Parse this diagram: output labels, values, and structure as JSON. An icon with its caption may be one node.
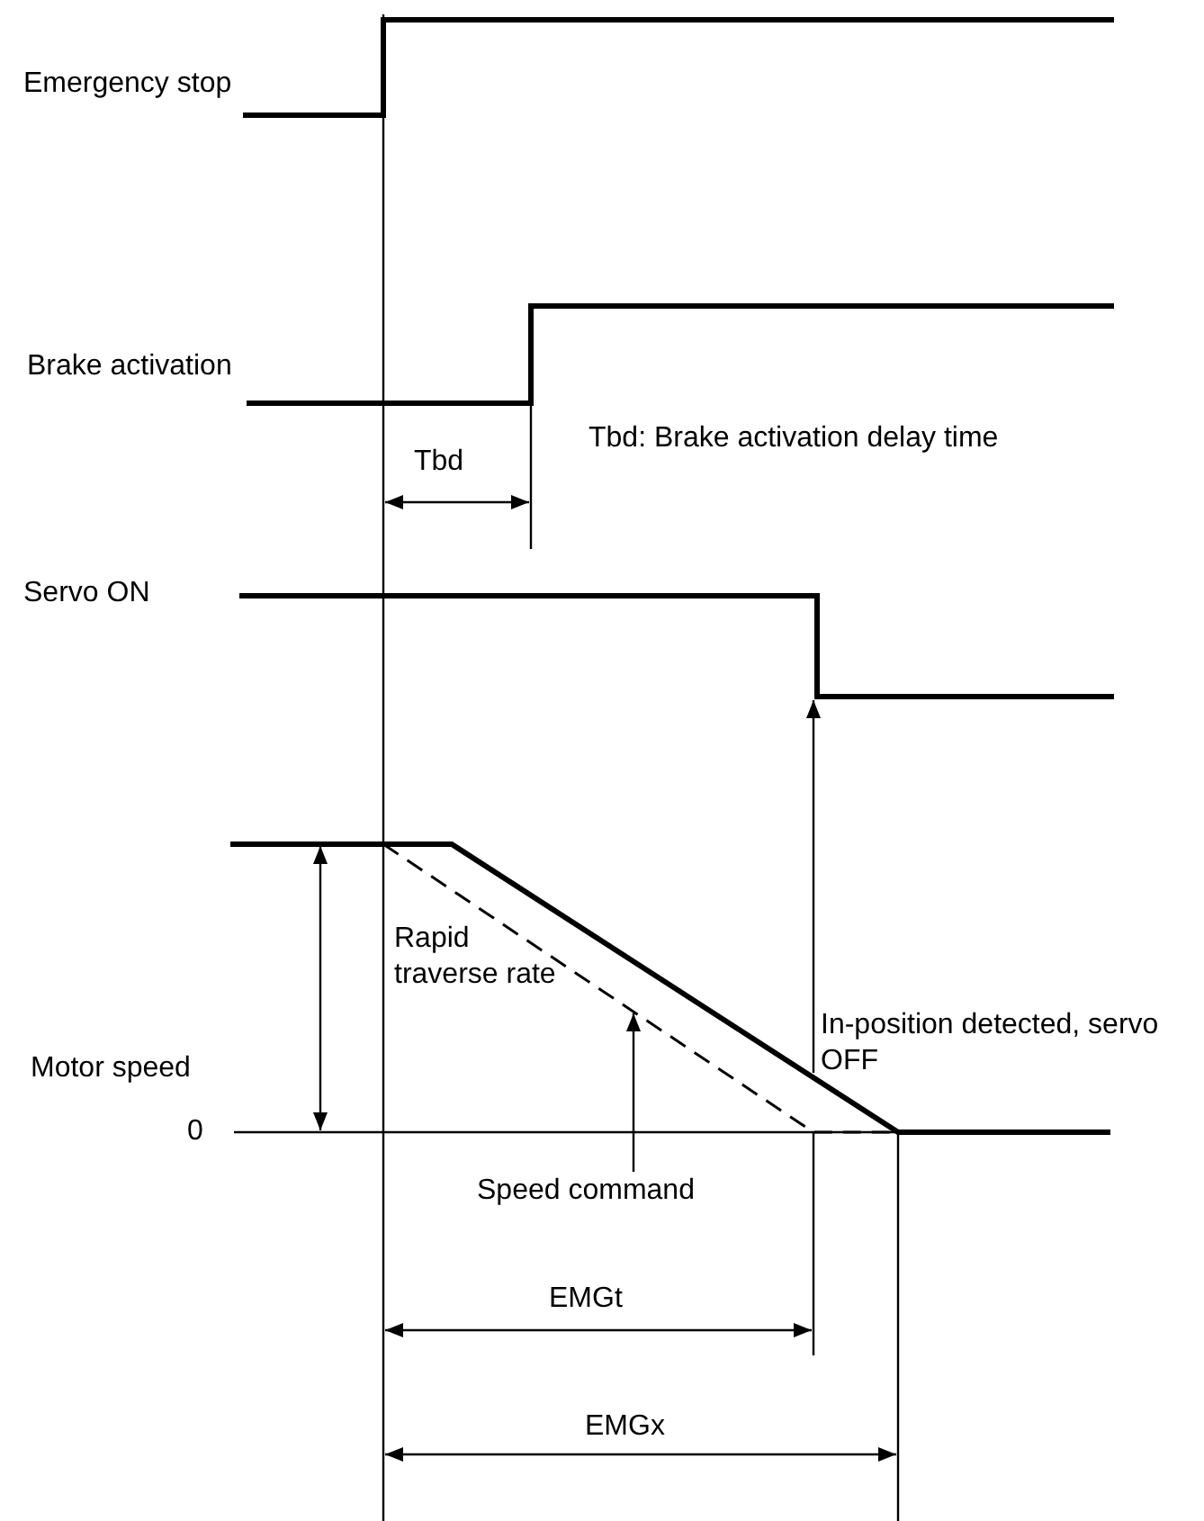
{
  "diagram": {
    "nodes": [
      {
        "text": [
          "Speed command"
        ]
      },
      {
        "text": [
          "In-position detected, servo OFF"
        ]
      },
      {
        "text": [],
        "shape": "line"
      }
    ],
    "edges": [
      {
        "from": 0,
        "to": 2,
        "arrow": "to"
      },
      {
        "from": 1,
        "to": null,
        "arrow": "to"
      }
    ],
    "labels": [
      "Emergency stop",
      "Brake activation",
      "Tbd",
      "Tbd: Brake activation delay time",
      "Servo ON",
      "Rapid traverse rate",
      "Motor speed",
      "0",
      "EMGt",
      "EMGx"
    ]
  }
}
